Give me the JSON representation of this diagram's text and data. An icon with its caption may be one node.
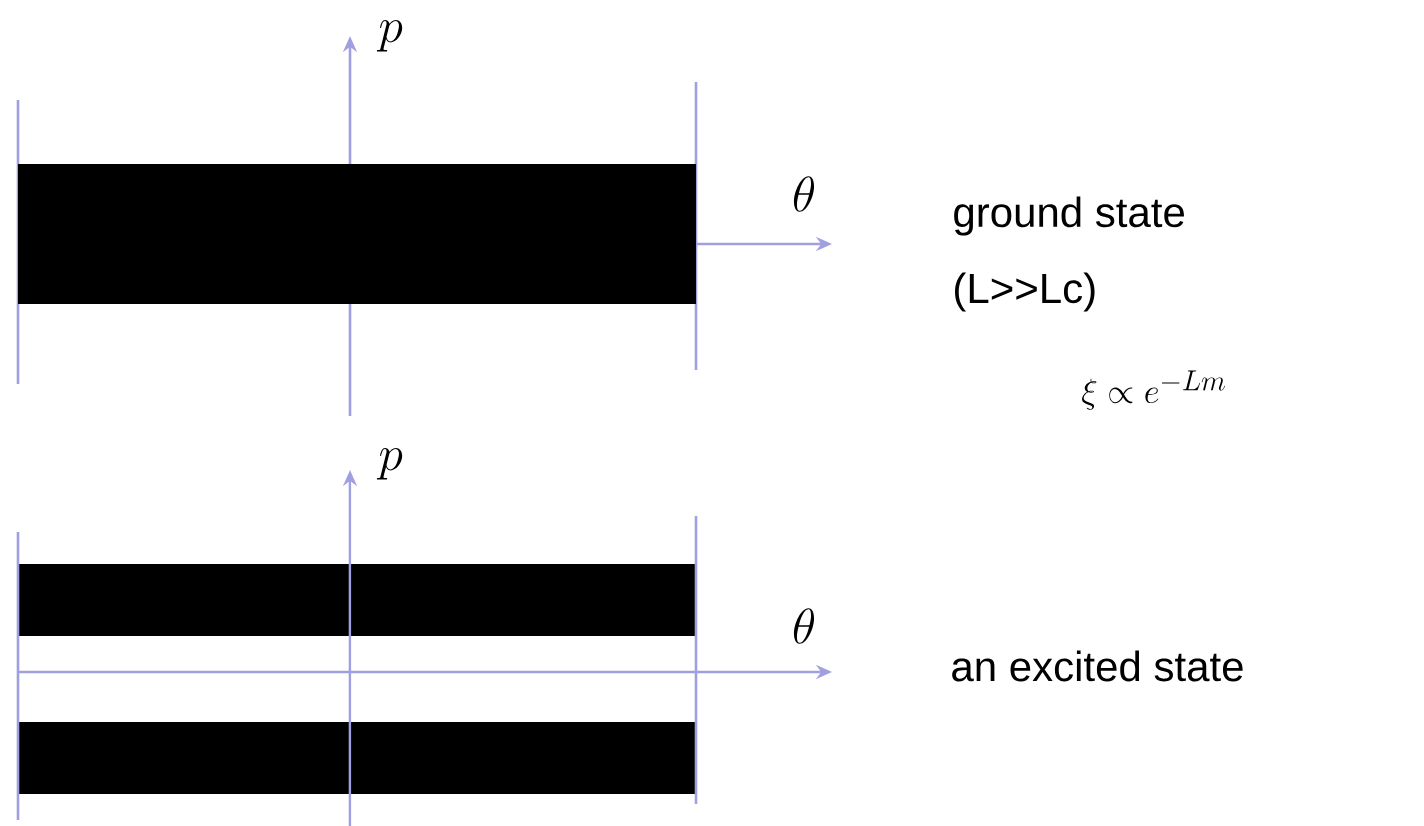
{
  "diagram": {
    "nodes": [
      {
        "text": [],
        "shape": "bar"
      },
      {
        "text": [],
        "shape": "bar"
      },
      {
        "text": [],
        "shape": "bar"
      }
    ],
    "labels": [
      "p",
      "\\theta",
      "ground state",
      "(L>>Lc)",
      "\\xi \\propto e^{-Lm}",
      "p",
      "\\theta",
      "an excited state"
    ]
  }
}
